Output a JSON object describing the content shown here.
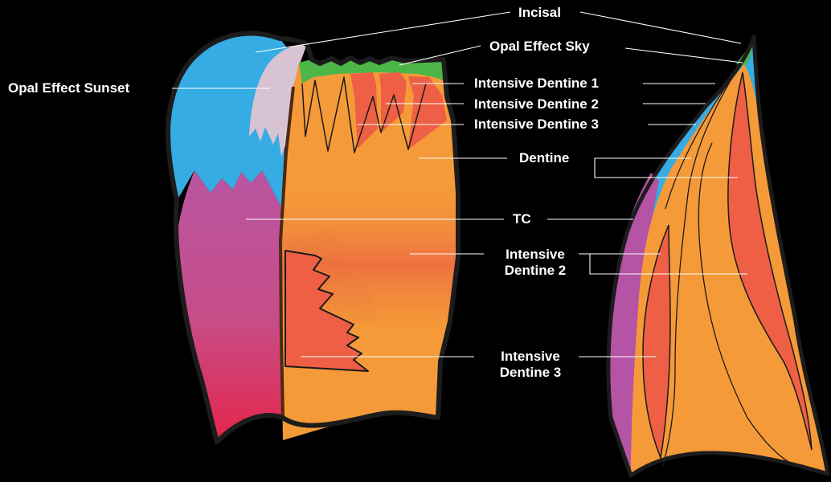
{
  "labels": {
    "incisal": "Incisal",
    "opal_effect_sky": "Opal Effect Sky",
    "opal_effect_sunset": "Opal Effect Sunset",
    "intensive_dentine_1": "Intensive Dentine 1",
    "intensive_dentine_2": "Intensive Dentine 2",
    "intensive_dentine_3": "Intensive Dentine 3",
    "dentine": "Dentine",
    "tc": "TC",
    "intensive_dentine_2_lower_l1": "Intensive",
    "intensive_dentine_2_lower_l2": "Dentine 2",
    "intensive_dentine_3_lower_l1": "Intensive",
    "intensive_dentine_3_lower_l2": "Dentine 3"
  },
  "colors": {
    "background": "#000000",
    "outline": "#1a1a1a",
    "opal_sunset_blue": "#35ACE3",
    "incisal_lilac": "#D8C3D3",
    "opal_sky_green": "#4CB649",
    "dentine_orange": "#F59A38",
    "intensive_dentine_red": "#EE5F45",
    "tc_magenta": "#B553A4",
    "tc_crimson": "#E4264B"
  }
}
